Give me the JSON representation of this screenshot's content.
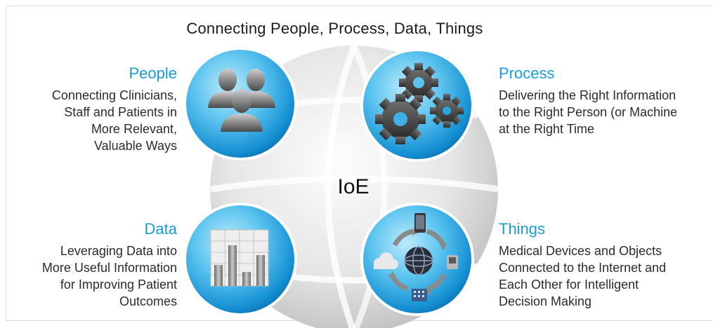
{
  "title": "Connecting People, Process, Data, Things",
  "center": "IoE",
  "quadrants": {
    "people": {
      "heading": "People",
      "lines": [
        "Connecting Clinicians,",
        "Staff and Patients in",
        "More Relevant,",
        "Valuable Ways"
      ],
      "icon": "people-icon"
    },
    "process": {
      "heading": "Process",
      "lines": [
        "Delivering the Right Information",
        "to the Right Person (or Machine",
        "at the Right Time"
      ],
      "icon": "gears-icon"
    },
    "data": {
      "heading": "Data",
      "lines": [
        "Leveraging Data into",
        "More Useful Information",
        "for Improving Patient",
        "Outcomes"
      ],
      "icon": "bar-chart-icon"
    },
    "things": {
      "heading": "Things",
      "lines": [
        "Medical Devices and Objects",
        "Connected to the Internet and",
        "Each Other for Intelligent",
        "Decision Making"
      ],
      "icon": "connected-devices-icon"
    }
  },
  "colors": {
    "accent": "#1a9bd7",
    "circle_light": "#8fd9f6",
    "circle_dark": "#0a7fc0",
    "globe": "#dcdcdc"
  }
}
